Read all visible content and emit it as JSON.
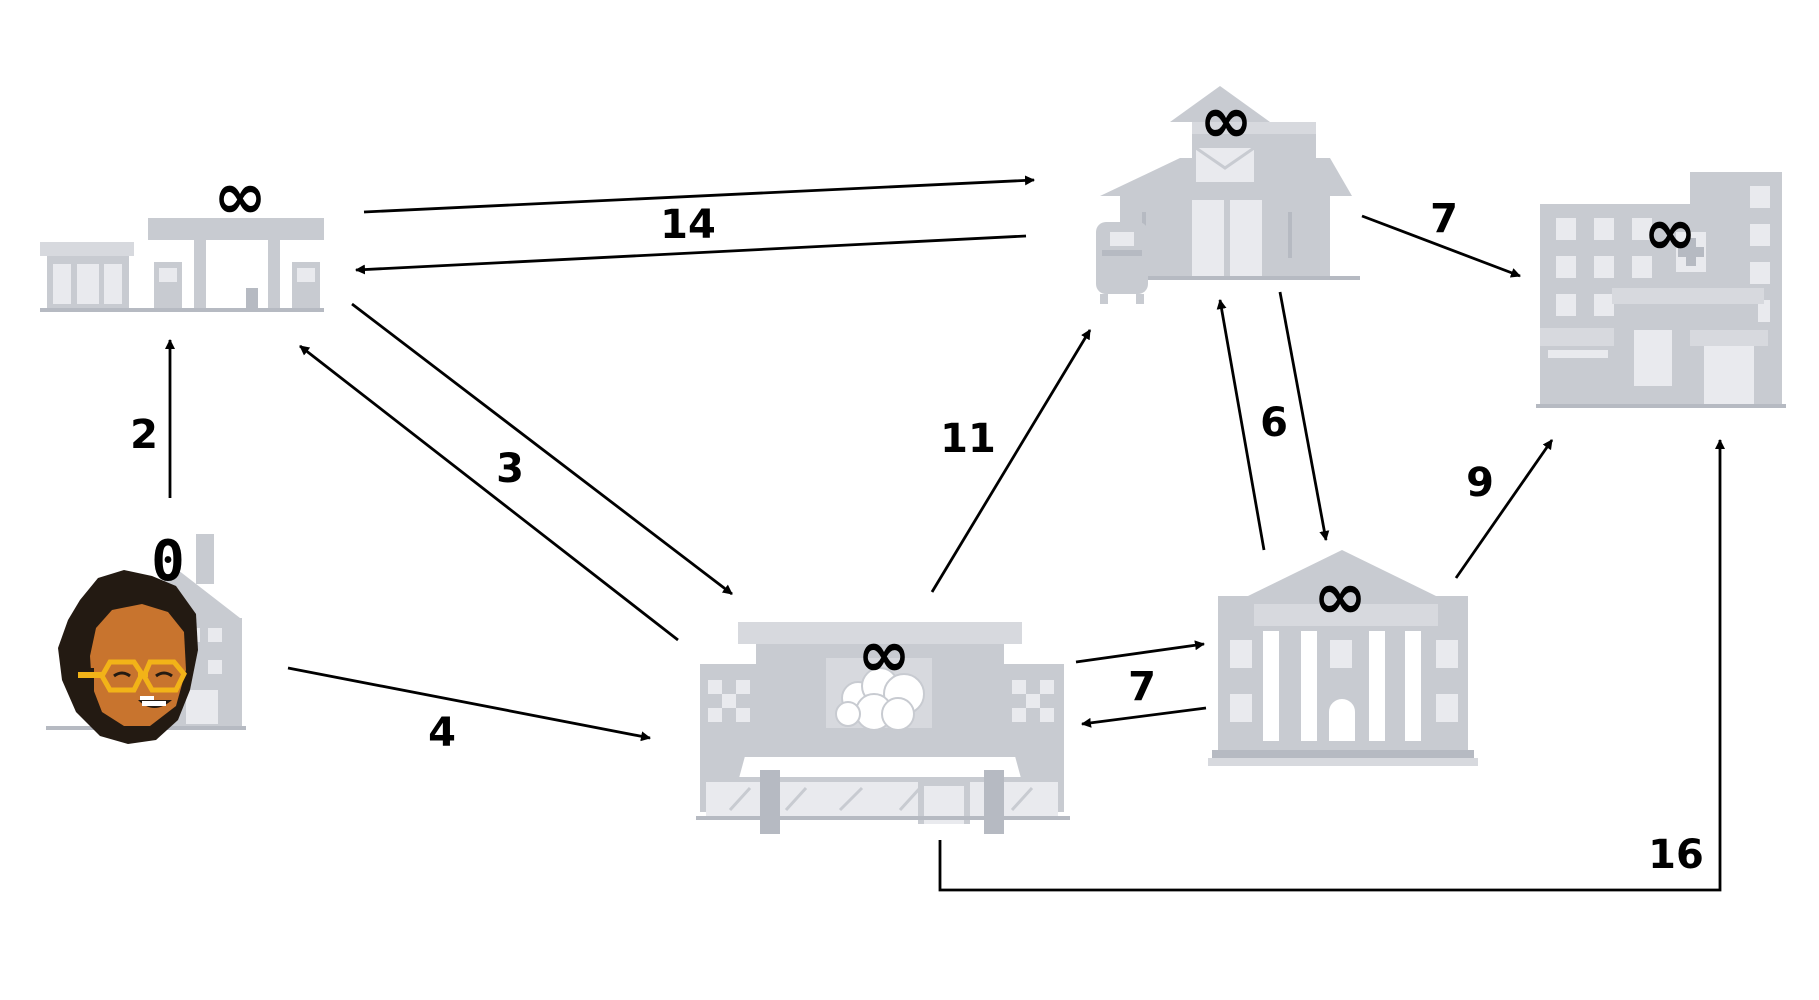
{
  "nodes": [
    {
      "id": "home",
      "distance": "0",
      "icon": "house-with-person-icon"
    },
    {
      "id": "gas_station",
      "distance": "∞",
      "icon": "gas-station-icon"
    },
    {
      "id": "post_office",
      "distance": "∞",
      "icon": "post-office-icon"
    },
    {
      "id": "hospital",
      "distance": "∞",
      "icon": "hospital-icon"
    },
    {
      "id": "restaurant",
      "distance": "∞",
      "icon": "restaurant-icon"
    },
    {
      "id": "bank",
      "distance": "∞",
      "icon": "bank-icon"
    }
  ],
  "edges": [
    {
      "from": "home",
      "to": "gas_station",
      "weight": "2"
    },
    {
      "from": "home",
      "to": "restaurant",
      "weight": "4"
    },
    {
      "from": "gas_station",
      "to": "post_office",
      "weight": "14"
    },
    {
      "from": "post_office",
      "to": "gas_station",
      "weight": ""
    },
    {
      "from": "gas_station",
      "to": "restaurant",
      "weight": "3"
    },
    {
      "from": "restaurant",
      "to": "gas_station",
      "weight": ""
    },
    {
      "from": "post_office",
      "to": "hospital",
      "weight": "7"
    },
    {
      "from": "restaurant",
      "to": "post_office",
      "weight": "11"
    },
    {
      "from": "post_office",
      "to": "bank",
      "weight": ""
    },
    {
      "from": "bank",
      "to": "post_office",
      "weight": "6"
    },
    {
      "from": "restaurant",
      "to": "bank",
      "weight": "7"
    },
    {
      "from": "bank",
      "to": "restaurant",
      "weight": ""
    },
    {
      "from": "bank",
      "to": "hospital",
      "weight": "9"
    },
    {
      "from": "restaurant",
      "to": "hospital",
      "weight": "16"
    }
  ]
}
